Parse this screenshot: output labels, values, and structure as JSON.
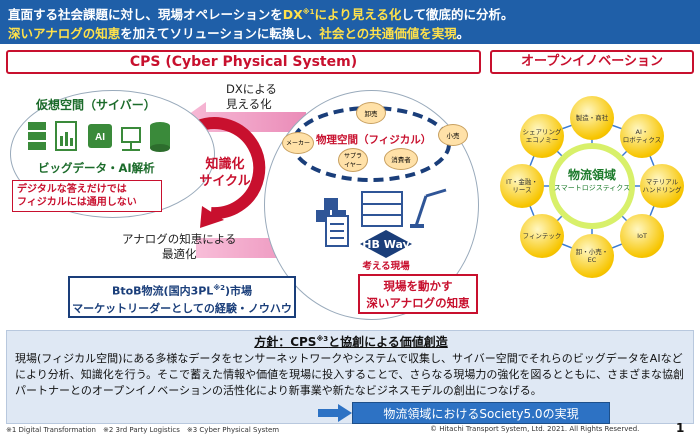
{
  "header": {
    "line1_a": "直面する社会課題に対し、現場オペレーションを",
    "line1_b": "DX",
    "line1_sup": "※1",
    "line1_c": "により見える化",
    "line1_d": "して徹底的に分析。",
    "line2_a": "深いアナログの知恵",
    "line2_b": "を加えてソリューションに転換し、",
    "line2_c": "社会との共通価値を実現",
    "line2_d": "。"
  },
  "cps_title": "CPS (Cyber Physical System)",
  "open_title": "オープンイノベーション",
  "virtual": {
    "title": "仮想空間（サイバー）",
    "bigdata": "ビッグデータ・AI解析"
  },
  "dx_label": "DXによる\n見える化",
  "cycle": {
    "line1": "知識化",
    "line2": "サイクル"
  },
  "digital_note": "デジタルな答えだけでは\nフィジカルには通用しない",
  "physical": {
    "title": "物理空間（フィジカル）",
    "nodes": [
      "卸売",
      "小売",
      "消費者",
      "メーカー",
      "サプラ\nイヤー"
    ],
    "hbway": "HB Way",
    "field": "考える現場"
  },
  "analog_label": "アナログの知恵による\n最適化",
  "btob": {
    "line1": "BtoB物流(国内3PL",
    "sup": "※2",
    "line1_end": ")市場",
    "line2": "マーケットリーダーとしての経験・ノウハウ"
  },
  "genba": {
    "line1": "現場を動かす",
    "line2": "深いアナログの知恵"
  },
  "open_nodes": [
    "製造・商社",
    "AI・\nロボティクス",
    "マテリアル\nハンドリング",
    "IoT",
    "卸・小売・\nEC",
    "フィンテック",
    "IT・金融・\nリース",
    "シェアリング\nエコノミー"
  ],
  "center": {
    "line1": "物流領域",
    "line2": "スマートロジスティクス"
  },
  "policy": {
    "title_a": "方針：CPS",
    "title_sup": "※3",
    "title_b": "と協創による価値創造",
    "body": "現場(フィジカル空間)にある多様なデータをセンサーネットワークやシステムで収集し、サイバー空間でそれらのビッグデータをAIなどにより分析、知識化を行う。そこで蓄えた情報や価値を現場に投入することで、さらなる現場力の強化を図るとともに、さまざまな協創パートナーとのオープンイノベーションの活性化により新事業や新たなビジネスモデルの創出につなげる。",
    "society": "物流領域におけるSociety5.0の実現"
  },
  "footer": {
    "notes": "※1 Digital Transformation　※2 3rd Party Logistics　※3 Cyber Physical System",
    "copyright": "© Hitachi Transport System, Ltd. 2021. All Rights Reserved.",
    "page": "1"
  },
  "colors": {
    "banner": "#1f5fa8",
    "highlight": "#ffe14a",
    "accent_red": "#c8102e",
    "navy": "#1a3e7a",
    "green": "#1b6b2a",
    "society_button": "#2d72c4"
  }
}
